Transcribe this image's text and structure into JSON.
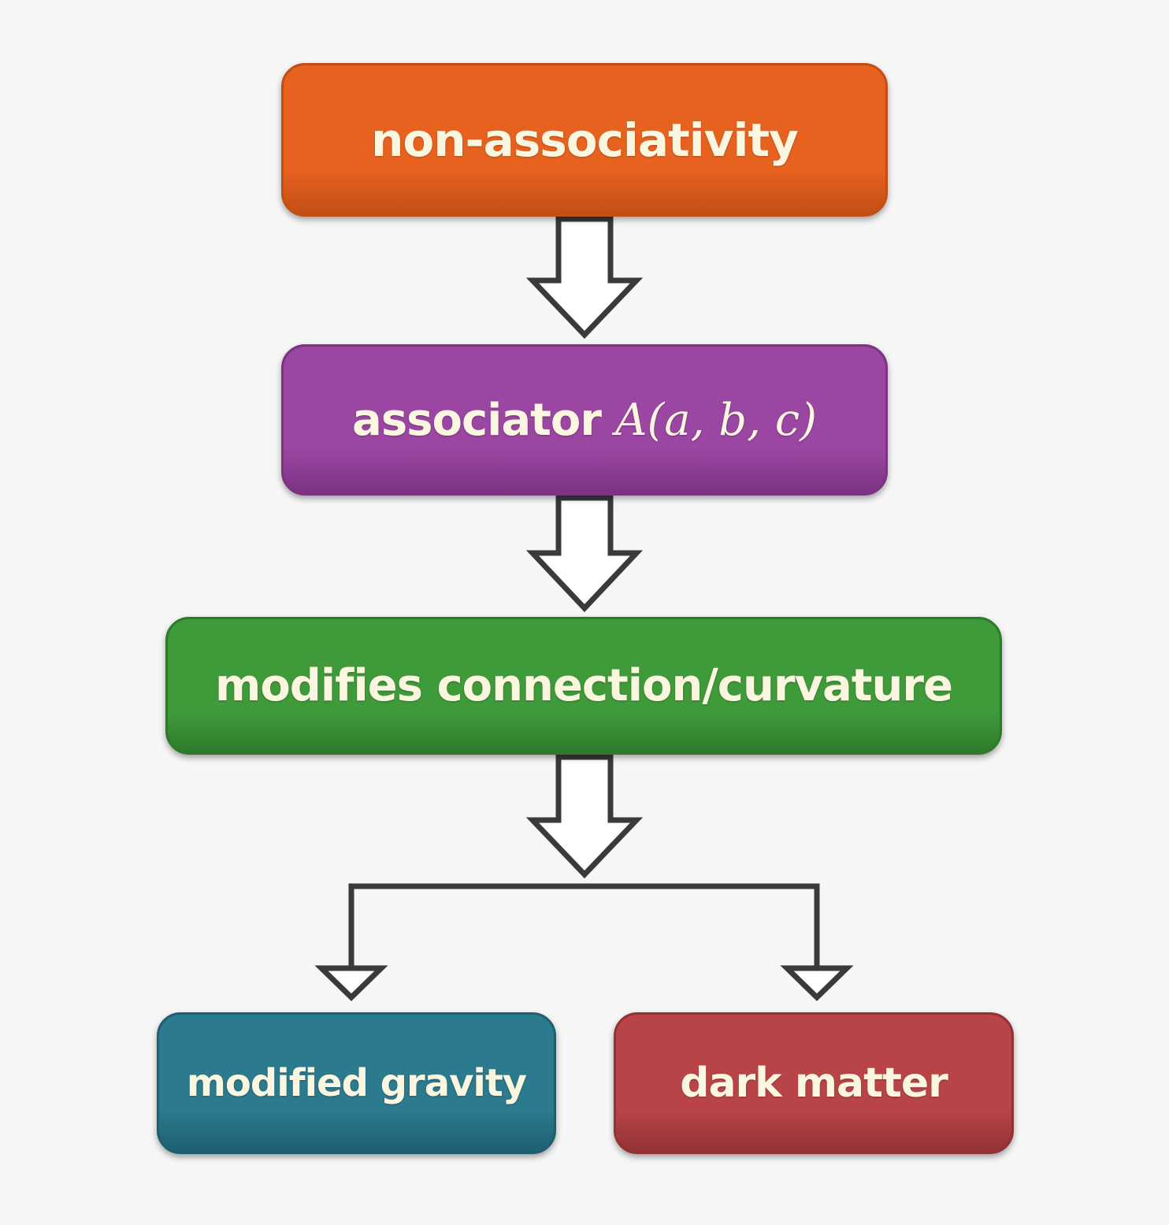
{
  "diagram": {
    "boxes": [
      {
        "id": "box-1",
        "label": "non-associativity",
        "color": "#e8621f",
        "border": "#c24e15"
      },
      {
        "id": "box-2",
        "label": "associator",
        "math": "A(a, b, c)",
        "color": "#9a46a2",
        "border": "#7b3382"
      },
      {
        "id": "box-3",
        "label": "modifies connection/curvature",
        "color": "#3f9a3a",
        "border": "#2d7a2a"
      },
      {
        "id": "box-4",
        "label": "modified gravity",
        "color": "#2c7a8e",
        "border": "#1f5f70"
      },
      {
        "id": "box-5",
        "label": "dark matter",
        "color": "#b84447",
        "border": "#923235"
      }
    ],
    "arrow_stroke": "#3a3a3a",
    "arrow_fill": "#ffffff"
  }
}
